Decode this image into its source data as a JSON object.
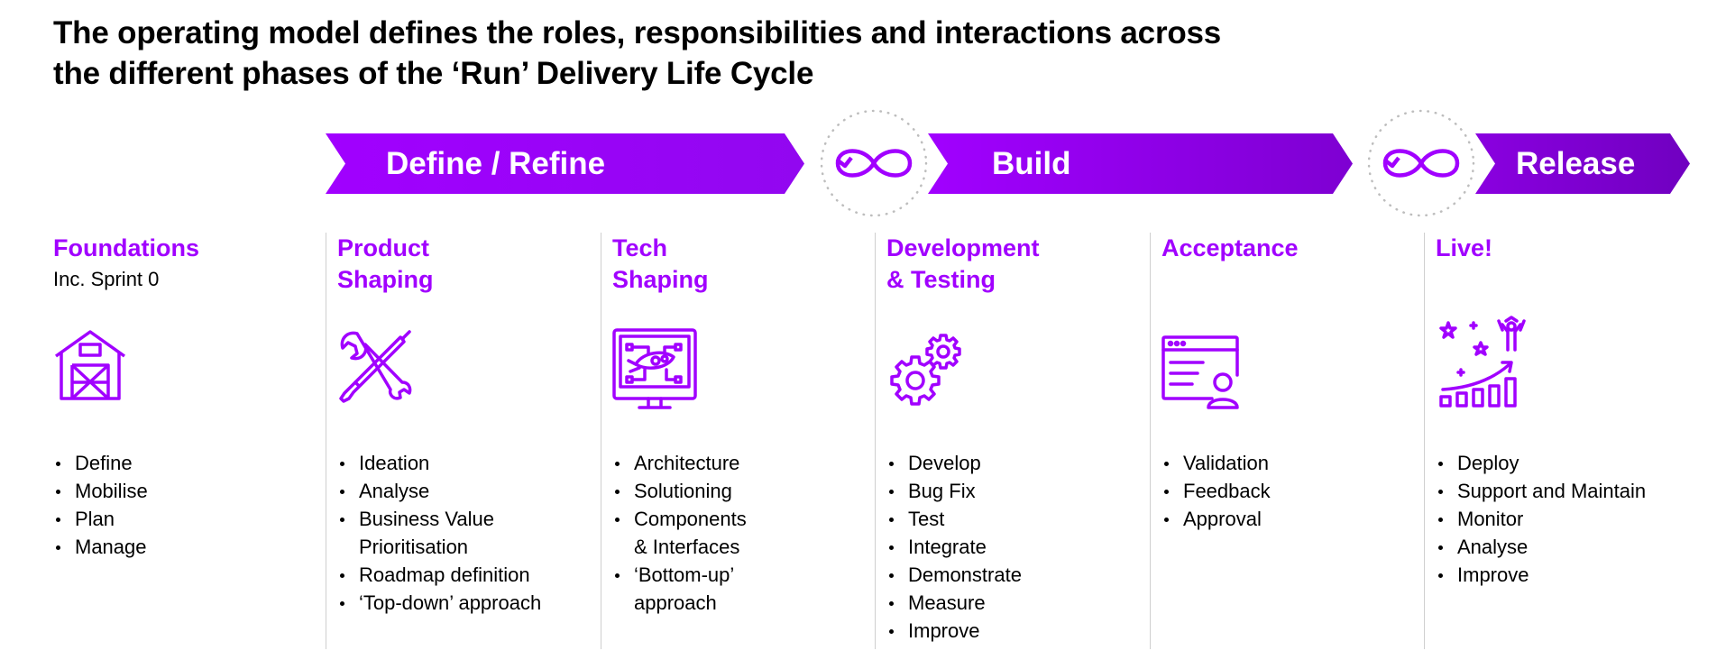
{
  "title": {
    "line1": "The operating model defines the roles, responsibilities and interactions across",
    "line2": "the different phases of the ‘Run’ Delivery Life Cycle"
  },
  "phases": [
    {
      "label": "Define / Refine"
    },
    {
      "label": "Build"
    },
    {
      "label": "Release"
    }
  ],
  "loop_icon": "infinity-loop-icon",
  "columns": [
    {
      "heading": [
        "Foundations"
      ],
      "subheading": "Inc. Sprint 0",
      "icon": "barn-icon",
      "items": [
        "Define",
        "Mobilise",
        "Plan",
        "Manage"
      ]
    },
    {
      "heading": [
        "Product",
        "Shaping"
      ],
      "icon": "wrench-screwdriver-icon",
      "items": [
        "Ideation",
        "Analyse",
        "Business Value",
        "Prioritisation",
        "Roadmap definition",
        "‘Top-down’ approach"
      ]
    },
    {
      "heading": [
        "Tech",
        "Shaping"
      ],
      "icon": "rocket-monitor-icon",
      "items": [
        "Architecture",
        "Solutioning",
        "Components",
        "& Interfaces",
        "‘Bottom-up’",
        "approach"
      ]
    },
    {
      "heading": [
        "Development",
        "& Testing"
      ],
      "icon": "gears-icon",
      "items": [
        "Develop",
        "Bug Fix",
        "Test",
        "Integrate",
        "Demonstrate",
        "Measure",
        "Improve"
      ]
    },
    {
      "heading": [
        "Acceptance"
      ],
      "icon": "browser-user-icon",
      "items": [
        "Validation",
        "Feedback",
        "Approval"
      ]
    },
    {
      "heading": [
        "Live!"
      ],
      "icon": "celebration-growth-icon",
      "items": [
        "Deploy",
        "Support and Maintain",
        "Monitor",
        "Analyse",
        "Improve"
      ]
    }
  ],
  "colors": {
    "accent": "#a100ff",
    "accent_dark": "#7500c0",
    "text": "#000000",
    "divider": "#cfcfcf"
  }
}
